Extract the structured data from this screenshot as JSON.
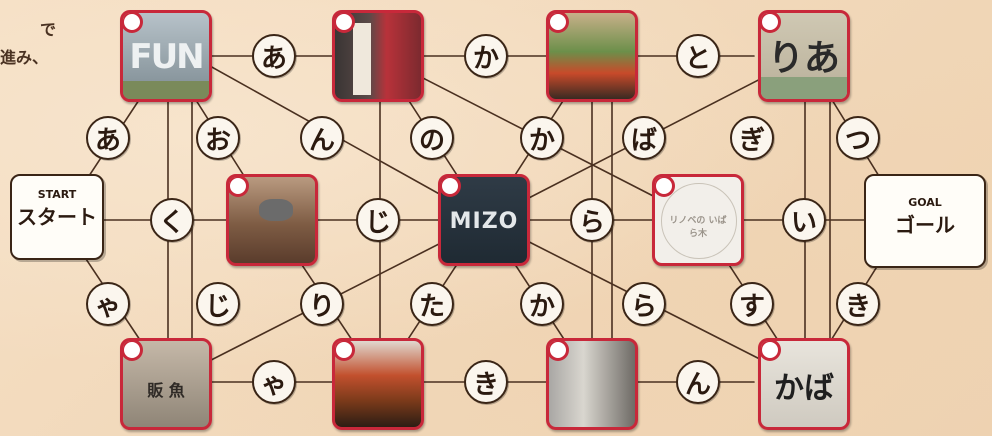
{
  "intro": {
    "line1": "で",
    "line2": "進み、"
  },
  "start": {
    "small": "START",
    "big": "スタート"
  },
  "goal": {
    "small": "GOAL",
    "big": "ゴール"
  },
  "chars": {
    "top_a": "あ",
    "top_ka": "か",
    "top_to": "と",
    "r2_a": "あ",
    "r2_o": "お",
    "r2_n": "ん",
    "r2_no": "の",
    "r2_ka": "か",
    "r2_ba": "ば",
    "r2_gi": "ぎ",
    "r2_tsu": "つ",
    "mid_ku": "く",
    "mid_ji": "じ",
    "mid_ra": "ら",
    "mid_i": "い",
    "r4_ya": "ゃ",
    "r4_ji": "じ",
    "r4_ri": "り",
    "r4_ta": "た",
    "r4_ka": "か",
    "r4_ra": "ら",
    "r4_su": "す",
    "r4_ki": "き",
    "bot_ya": "ゃ",
    "bot_ki": "き",
    "bot_n": "ん"
  },
  "photos": {
    "fun": "FUN",
    "ria": "りあ",
    "mizo": "MIZO",
    "shop": "リノベの いばら木",
    "kaba": "かば",
    "hanbaten": "販 魚"
  },
  "colors": {
    "photo_border": "#c8283a",
    "node_border": "#3a2516",
    "background": "#f3dcc0"
  }
}
